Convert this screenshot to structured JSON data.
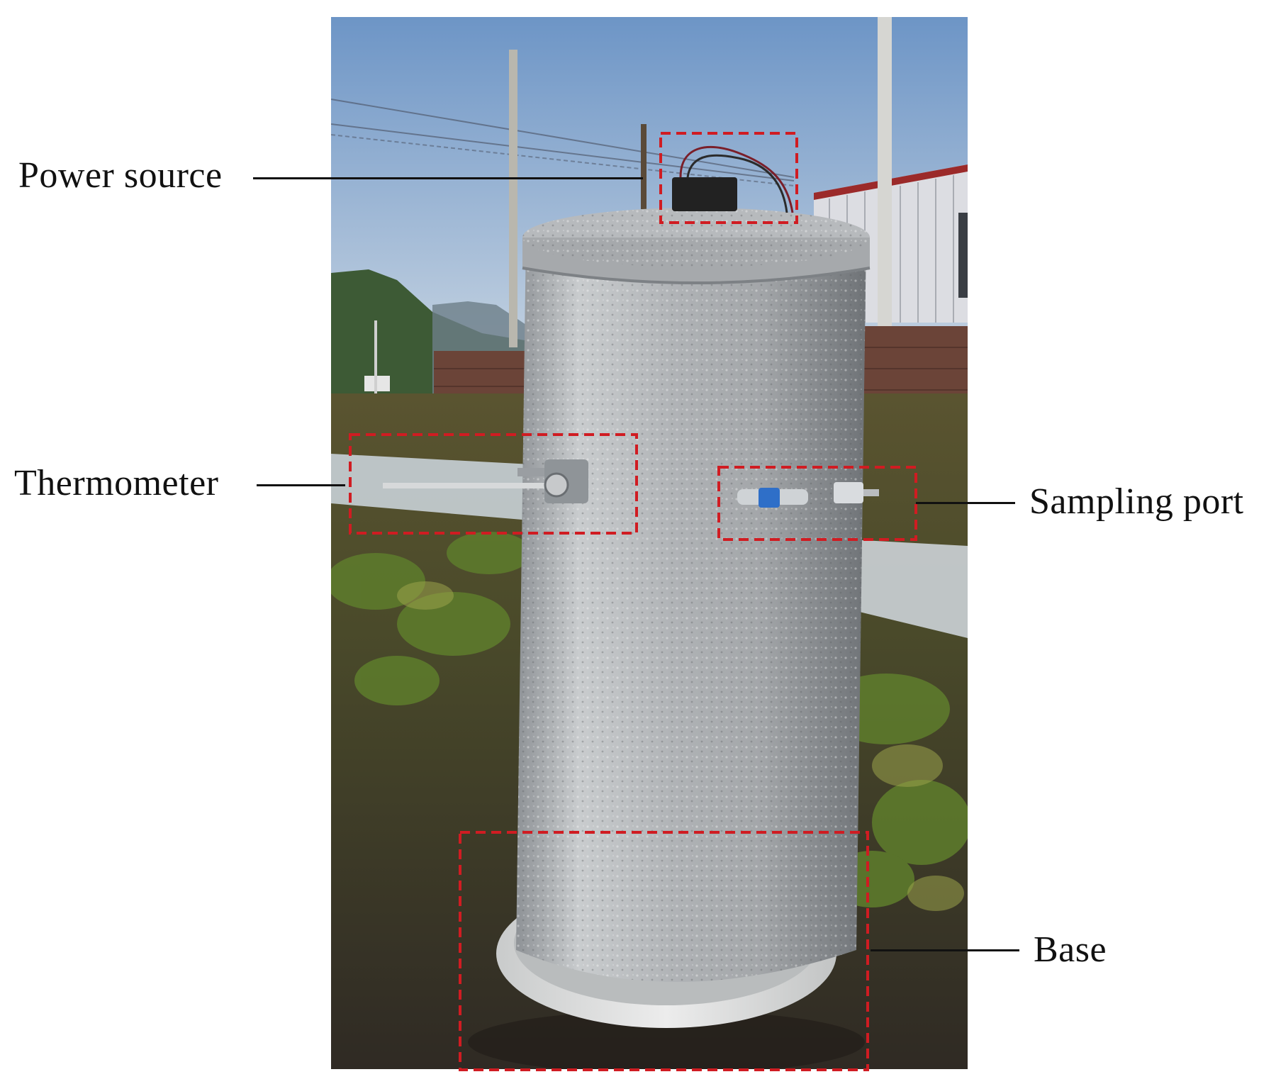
{
  "labels": {
    "power": "Power source",
    "thermometer": "Thermometer",
    "sampling": "Sampling port",
    "base": "Base"
  },
  "colors": {
    "callout_box": "#d01c22",
    "leader_line": "#111111",
    "foil": "#b8bcc0",
    "sky_top": "#6e97c9",
    "sky_bottom": "#c7d5e3",
    "soil": "#3e352c",
    "vegetation": "#4e6a2c",
    "brick": "#6b4438",
    "pvc_base": "#e3e4e4"
  },
  "icons": {
    "photo": "field-gas-sampling-chamber-photo"
  }
}
